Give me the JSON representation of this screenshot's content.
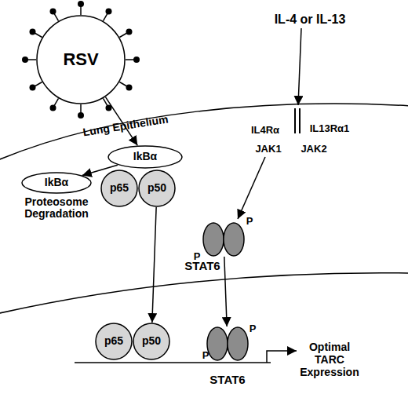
{
  "diagram": {
    "nodes": [
      {
        "text": [
          "RSV"
        ]
      },
      {
        "text": [
          "IkBα"
        ]
      },
      {
        "text": [
          "p65"
        ]
      },
      {
        "text": [
          "p50"
        ]
      },
      {
        "text": [
          "IkBα",
          "Proteosome Degradation"
        ]
      },
      {
        "text": [
          "STAT6"
        ]
      },
      {
        "text": [
          "p65"
        ]
      },
      {
        "text": [
          "p50"
        ]
      },
      {
        "text": [
          "STAT6"
        ]
      }
    ],
    "edges": [
      {
        "from": 0,
        "to": 1,
        "arrow": "to"
      },
      {
        "from": 1,
        "to": 4,
        "arrow": "to"
      },
      {
        "from": 3,
        "to": 7,
        "arrow": "to"
      },
      {
        "from": 5,
        "to": 8,
        "arrow": "to"
      }
    ],
    "labels": [
      "IL-4 or IL-13",
      "Lung Epithelium",
      "IL4Rα",
      "IL13Rα1",
      "JAK1",
      "JAK2",
      "P",
      "P",
      "P",
      "P",
      "Optimal TARC Expression"
    ]
  }
}
